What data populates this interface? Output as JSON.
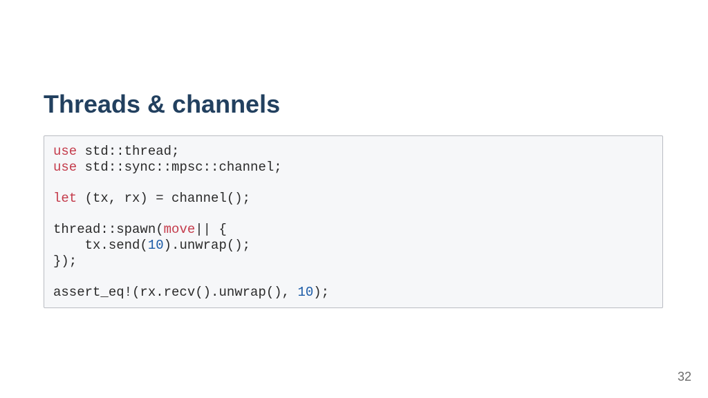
{
  "slide": {
    "title": "Threads & channels",
    "page_number": "32"
  },
  "code": {
    "language": "rust",
    "colors": {
      "keyword": "#c43b4b",
      "number": "#1a5aa6",
      "text": "#2a2a2a",
      "title": "#22405f"
    },
    "line1": {
      "kw": "use",
      "rest": " std::thread;"
    },
    "line2": {
      "kw": "use",
      "rest": " std::sync::mpsc::channel;"
    },
    "line3": {
      "kw": "let",
      "rest": " (tx, rx) = channel();"
    },
    "line4": {
      "pre": "thread::spawn(",
      "kw": "move",
      "post": "|| {"
    },
    "line5": {
      "pre": "    tx.send(",
      "num": "10",
      "post": ").unwrap();"
    },
    "line6": {
      "text": "});"
    },
    "line7": {
      "pre": "assert_eq!(rx.recv().unwrap(), ",
      "num": "10",
      "post": ");"
    }
  }
}
